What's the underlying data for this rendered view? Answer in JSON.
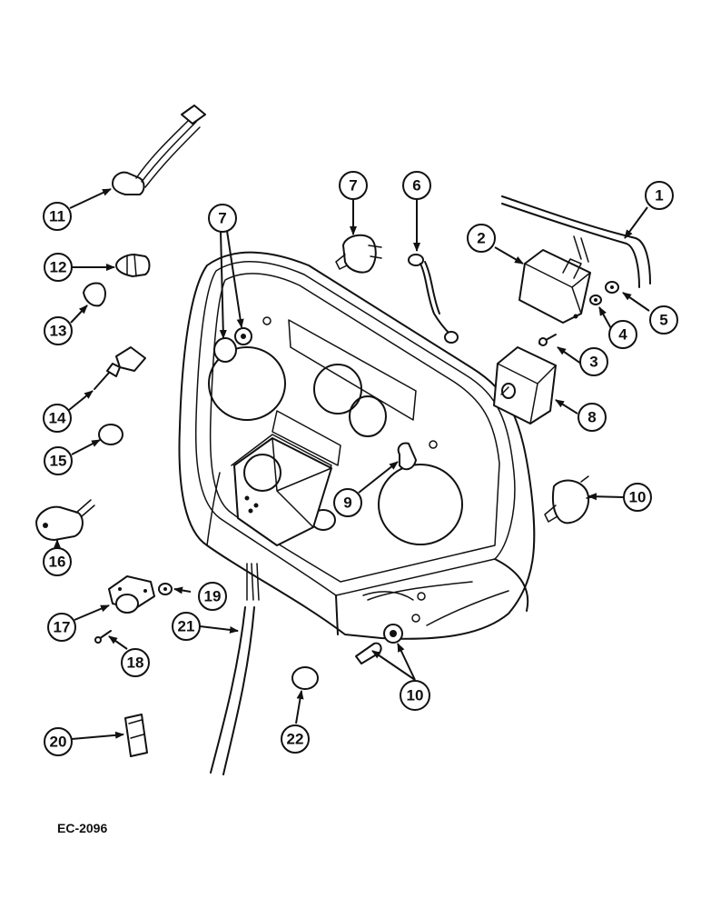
{
  "figure_code": "EC-2096",
  "callouts": {
    "c1": "1",
    "c2": "2",
    "c3": "3",
    "c4": "4",
    "c5": "5",
    "c6": "6",
    "c7a": "7",
    "c7b": "7",
    "c8": "8",
    "c9": "9",
    "c10a": "10",
    "c10b": "10",
    "c11": "11",
    "c12": "12",
    "c13": "13",
    "c14": "14",
    "c15": "15",
    "c16": "16",
    "c17": "17",
    "c18": "18",
    "c19": "19",
    "c20": "20",
    "c21": "21",
    "c22": "22"
  }
}
